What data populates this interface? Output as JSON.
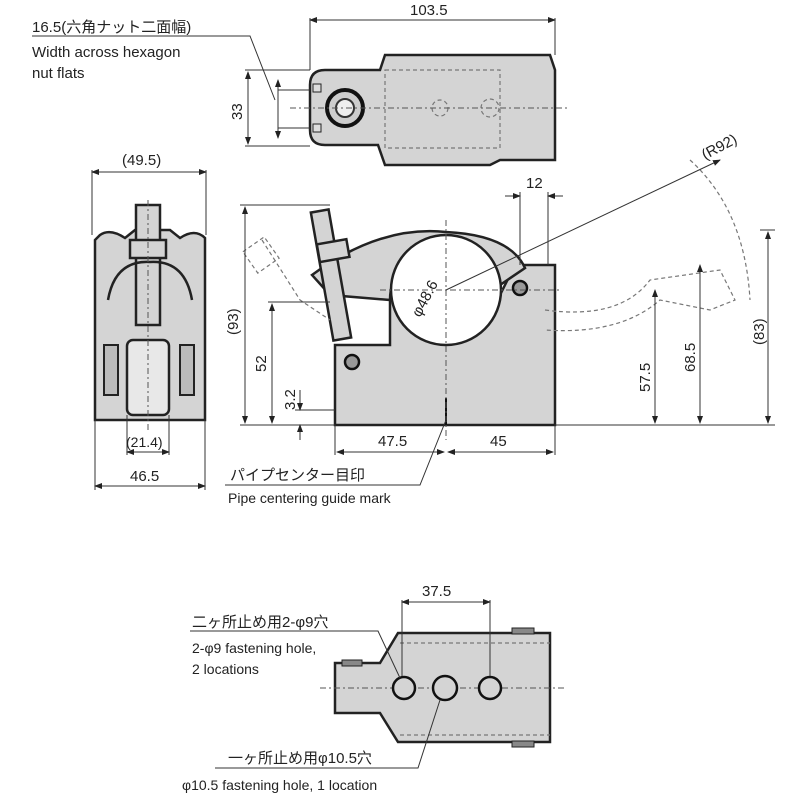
{
  "top_view": {
    "dim_width": "103.5",
    "dim_height": "33",
    "nut_label_jp": "16.5(六角ナット二面幅)",
    "nut_label_en_1": "Width across hexagon",
    "nut_label_en_2": "nut flats"
  },
  "front_view": {
    "dim_top": "(49.5)",
    "dim_inner": "(21.4)",
    "dim_bottom": "46.5"
  },
  "side_view": {
    "dim_12": "12",
    "dim_r92": "(R92)",
    "dim_93": "(93)",
    "dim_52": "52",
    "dim_3_2": "3.2",
    "dim_pipe": "φ48.6",
    "dim_57_5": "57.5",
    "dim_68_5": "68.5",
    "dim_83": "(83)",
    "dim_47_5": "47.5",
    "dim_45": "45",
    "guide_jp": "パイプセンター目印",
    "guide_en": "Pipe centering guide mark"
  },
  "bottom_view": {
    "dim_37_5": "37.5",
    "hole9_jp": "二ヶ所止め用2-φ9穴",
    "hole9_en_1": "2-φ9 fastening hole,",
    "hole9_en_2": "2 locations",
    "hole10_jp": "一ヶ所止め用φ10.5穴",
    "hole10_en": "φ10.5 fastening hole, 1 location"
  }
}
